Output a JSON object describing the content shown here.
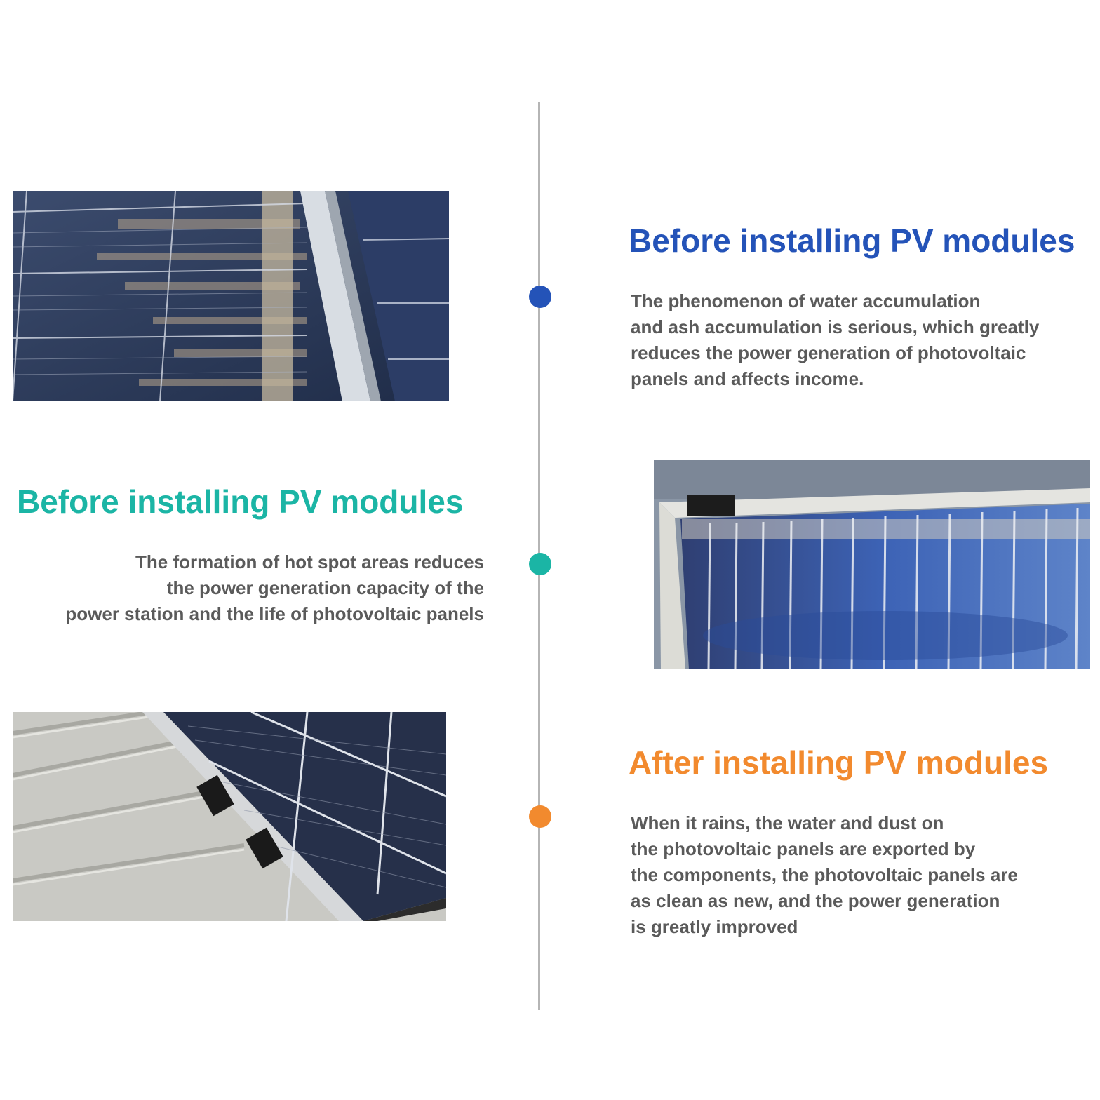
{
  "colors": {
    "blue": "#2453b8",
    "teal": "#1bb5a5",
    "orange": "#f28a2e",
    "timeline": "#b5b5b5",
    "text_gray": "#5a5a5a"
  },
  "sections": [
    {
      "heading": "Before installing PV modules",
      "lines": [
        "The phenomenon of water accumulation",
        "and ash accumulation is serious, which greatly",
        "reduces the power generation of photovoltaic",
        "panels and affects income."
      ]
    },
    {
      "heading": "Before installing PV modules",
      "lines": [
        "The formation of hot spot areas reduces",
        "the power generation capacity of the",
        "power station and the life of photovoltaic panels"
      ]
    },
    {
      "heading": "After installing PV modules",
      "lines": [
        "When it rains, the water and dust on",
        "the photovoltaic panels are exported by",
        "the components, the photovoltaic panels are",
        "as clean as new, and the power generation",
        "is greatly improved"
      ]
    }
  ]
}
